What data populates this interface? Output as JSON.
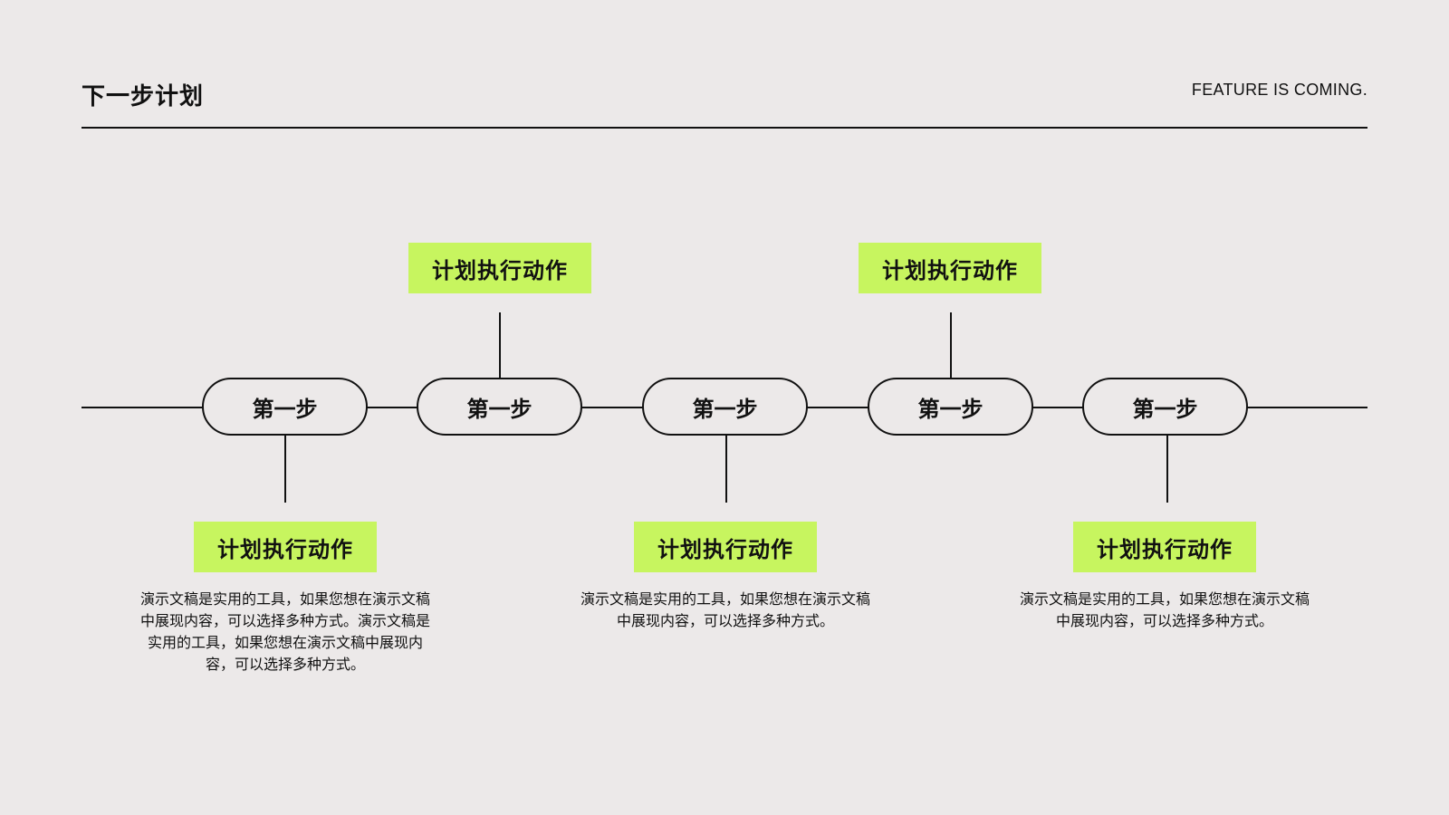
{
  "header": {
    "title": "下一步计划",
    "tagline": "FEATURE IS COMING."
  },
  "colors": {
    "background": "#ece9e9",
    "accent": "#c7f55f",
    "ink": "#111111"
  },
  "timeline": {
    "steps": [
      {
        "label": "第一步",
        "connector": "down"
      },
      {
        "label": "第一步",
        "connector": "up"
      },
      {
        "label": "第一步",
        "connector": "down"
      },
      {
        "label": "第一步",
        "connector": "up"
      },
      {
        "label": "第一步",
        "connector": "down"
      }
    ],
    "actions": [
      {
        "label": "计划执行动作",
        "position": "bottom",
        "description": "演示文稿是实用的工具，如果您想在演示文稿中展现内容，可以选择多种方式。演示文稿是实用的工具，如果您想在演示文稿中展现内容，可以选择多种方式。"
      },
      {
        "label": "计划执行动作",
        "position": "top"
      },
      {
        "label": "计划执行动作",
        "position": "bottom",
        "description": "演示文稿是实用的工具，如果您想在演示文稿中展现内容，可以选择多种方式。"
      },
      {
        "label": "计划执行动作",
        "position": "top"
      },
      {
        "label": "计划执行动作",
        "position": "bottom",
        "description": "演示文稿是实用的工具，如果您想在演示文稿中展现内容，可以选择多种方式。"
      }
    ]
  }
}
